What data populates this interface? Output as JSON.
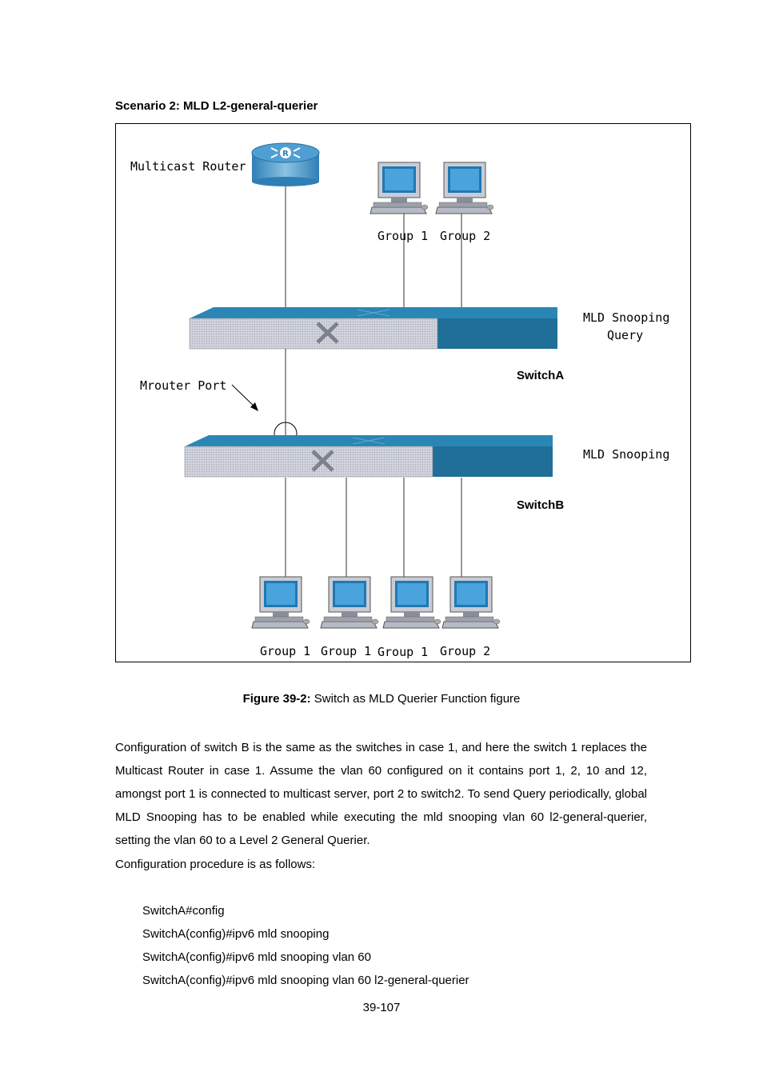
{
  "heading": "Scenario 2: MLD L2-general-querier",
  "diagram": {
    "router_label": "Multicast Router",
    "router_badge": "R",
    "top_hosts": [
      "Group 1",
      "Group 2"
    ],
    "switch_a_role_line1": "MLD Snooping",
    "switch_a_role_line2": "Query",
    "switch_a_name": "SwitchA",
    "mrouter_port_label": "Mrouter Port",
    "switch_b_role": "MLD Snooping",
    "switch_b_name": "SwitchB",
    "bottom_hosts": [
      "Group 1",
      "Group 1",
      "Group 1",
      "Group 2"
    ],
    "colors": {
      "switch_top": "#2a86b4",
      "switch_side": "#1f6f98",
      "switch_front": "#c8cbd6",
      "router_body": "#3f8fc4"
    }
  },
  "caption": {
    "label": "Figure 39-2:",
    "text": " Switch as MLD Querier Function figure"
  },
  "paragraph": "Configuration of switch B is the same as the switches in case 1, and here the switch 1 replaces the Multicast Router in case 1. Assume the vlan 60 configured on it contains port 1, 2, 10 and 12, amongst port 1 is connected to multicast server, port 2 to switch2. To send Query periodically, global MLD Snooping has to be enabled while executing the mld snooping vlan 60 l2-general-querier, setting the vlan 60 to a Level 2 General Querier.",
  "procedure_intro": "Configuration procedure is as follows:",
  "commands": [
    "SwitchA#config",
    "SwitchA(config)#ipv6 mld snooping",
    "SwitchA(config)#ipv6 mld snooping vlan 60",
    "SwitchA(config)#ipv6 mld snooping vlan 60 l2-general-querier"
  ],
  "page_number": "39-107"
}
